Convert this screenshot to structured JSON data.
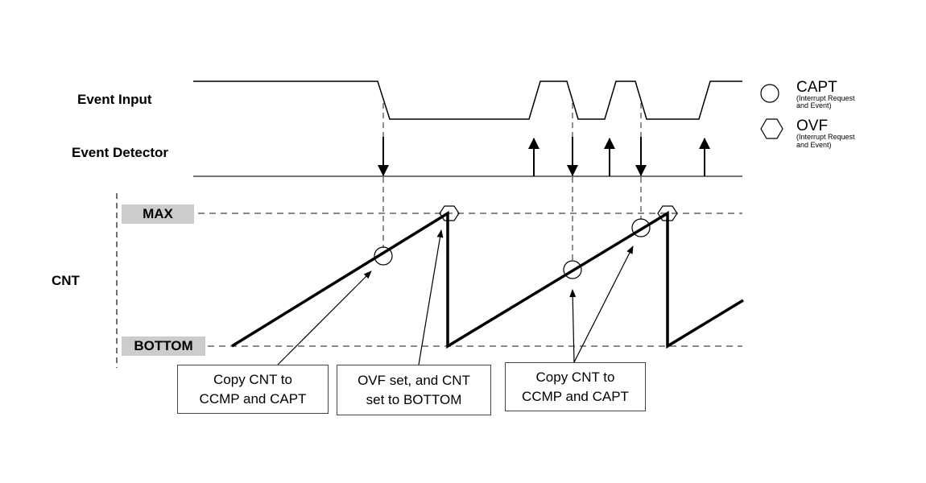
{
  "signals": {
    "event_input": "Event Input",
    "event_detector": "Event Detector",
    "cnt": "CNT"
  },
  "levels": {
    "max": "MAX",
    "bottom": "BOTTOM"
  },
  "legend": [
    {
      "symbol": "circle",
      "title": "CAPT",
      "sub1": "(Interrupt Request",
      "sub2": "and Event)"
    },
    {
      "symbol": "hexagon",
      "title": "OVF",
      "sub1": "(Interrupt Request",
      "sub2": "and Event)"
    }
  ],
  "callouts": [
    {
      "line1": "Copy CNT to",
      "line2": "CCMP and CAPT"
    },
    {
      "line1": "OVF set, and CNT",
      "line2": "set to BOTTOM"
    },
    {
      "line1": "Copy CNT to",
      "line2": "CCMP and CAPT"
    }
  ],
  "events": {
    "detector_arrows": [
      "down",
      "up",
      "down",
      "up",
      "down",
      "up"
    ],
    "capture_points": 3,
    "overflow_points": 2
  },
  "colors": {
    "level_fill": "#cccccc",
    "line": "#000000",
    "dash": "#444444"
  }
}
